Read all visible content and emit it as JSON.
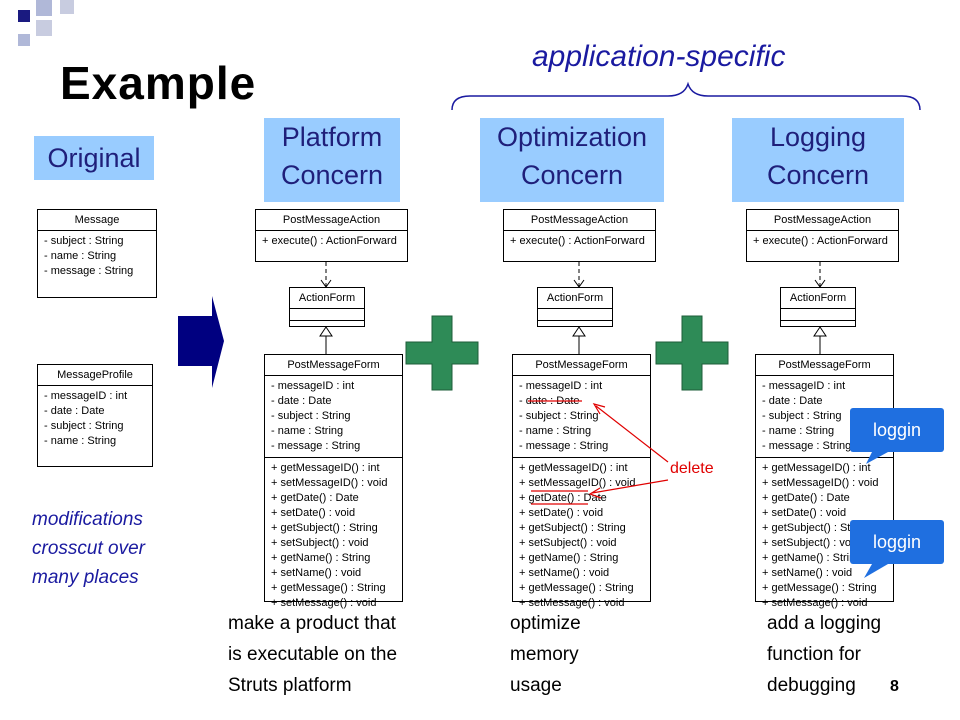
{
  "title": "Example",
  "application_specific": "application-specific",
  "headers": {
    "original": "Original",
    "platform": [
      "Platform",
      "Concern"
    ],
    "optimization": [
      "Optimization",
      "Concern"
    ],
    "logging": [
      "Logging",
      "Concern"
    ]
  },
  "original_classes": [
    {
      "name": "Message",
      "attrs": [
        "- subject : String",
        "- name : String",
        "- message : String"
      ]
    },
    {
      "name": "MessageProfile",
      "attrs": [
        "- messageID : int",
        "- date : Date",
        "- subject : String",
        "- name : String"
      ]
    }
  ],
  "concern_model": {
    "action": {
      "name": "PostMessageAction",
      "methods": [
        "+ execute() : ActionForward"
      ]
    },
    "form": {
      "name": "ActionForm"
    },
    "post_form": {
      "name": "PostMessageForm",
      "attrs": [
        "- messageID : int",
        "- date : Date",
        "- subject : String",
        "- name : String",
        "- message : String"
      ],
      "methods": [
        "+ getMessageID() : int",
        "+ setMessageID() : void",
        "+ getDate() : Date",
        "+ setDate() : void",
        "+ getSubject() : String",
        "+ setSubject() : void",
        "+ getName() : String",
        "+ setName() : void",
        "+ getMessage() : String",
        "+ setMessage() : void"
      ]
    }
  },
  "delete_label": "delete",
  "callout_label": "loggin",
  "descriptions": {
    "platform": [
      "make a product that",
      "is executable on the",
      "Struts platform"
    ],
    "optimization": [
      "optimize",
      "memory",
      "usage"
    ],
    "logging": [
      "add a logging",
      "function for",
      "debugging"
    ]
  },
  "modifications": [
    "modifications",
    "crosscut over",
    "many places"
  ],
  "page_number": "8",
  "colors": {
    "header_bg": "#99ccff",
    "plus": "#2e8b57",
    "arrow": "#000080",
    "callout": "#1f6fe0",
    "delete": "#e00000"
  }
}
